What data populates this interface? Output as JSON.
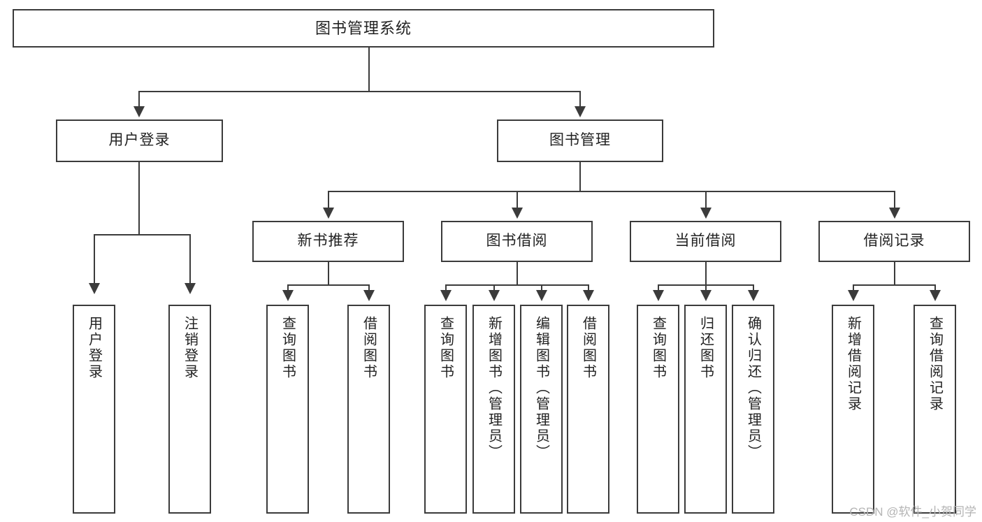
{
  "diagram": {
    "title": "图书管理系统",
    "type": "tree-hierarchy-diagram",
    "watermark": "CSDN @软件_小贺同学",
    "colors": {
      "stroke": "#3b3b3b",
      "fill": "#ffffff",
      "text": "#222222",
      "watermark": "#b4b4b4"
    },
    "nodes": {
      "root": {
        "label": "图书管理系统"
      },
      "level2": [
        {
          "id": "user-login",
          "label": "用户登录"
        },
        {
          "id": "book-management",
          "label": "图书管理"
        }
      ],
      "level3": [
        {
          "id": "new-book-recommend",
          "label": "新书推荐"
        },
        {
          "id": "book-borrow",
          "label": "图书借阅"
        },
        {
          "id": "current-borrow",
          "label": "当前借阅"
        },
        {
          "id": "borrow-record",
          "label": "借阅记录"
        }
      ],
      "leaves": {
        "user_login": [
          {
            "id": "leaf-user-login",
            "label": "用户登录"
          },
          {
            "id": "leaf-logout-login",
            "label": "注销登录"
          }
        ],
        "new_book_recommend": [
          {
            "id": "leaf-query-book-1",
            "label": "查询图书"
          },
          {
            "id": "leaf-borrow-book-1",
            "label": "借阅图书"
          }
        ],
        "book_borrow": [
          {
            "id": "leaf-query-book-2",
            "label": "查询图书"
          },
          {
            "id": "leaf-add-book",
            "label": "新增图书（管理员）"
          },
          {
            "id": "leaf-edit-book",
            "label": "编辑图书（管理员）"
          },
          {
            "id": "leaf-borrow-book-2",
            "label": "借阅图书"
          }
        ],
        "current_borrow": [
          {
            "id": "leaf-query-book-3",
            "label": "查询图书"
          },
          {
            "id": "leaf-return-book",
            "label": "归还图书"
          },
          {
            "id": "leaf-confirm-return",
            "label": "确认归还（管理员）"
          }
        ],
        "borrow_record": [
          {
            "id": "leaf-add-borrow-record",
            "label": "新增借阅记录"
          },
          {
            "id": "leaf-query-borrow-record",
            "label": "查询借阅记录"
          }
        ]
      }
    }
  }
}
